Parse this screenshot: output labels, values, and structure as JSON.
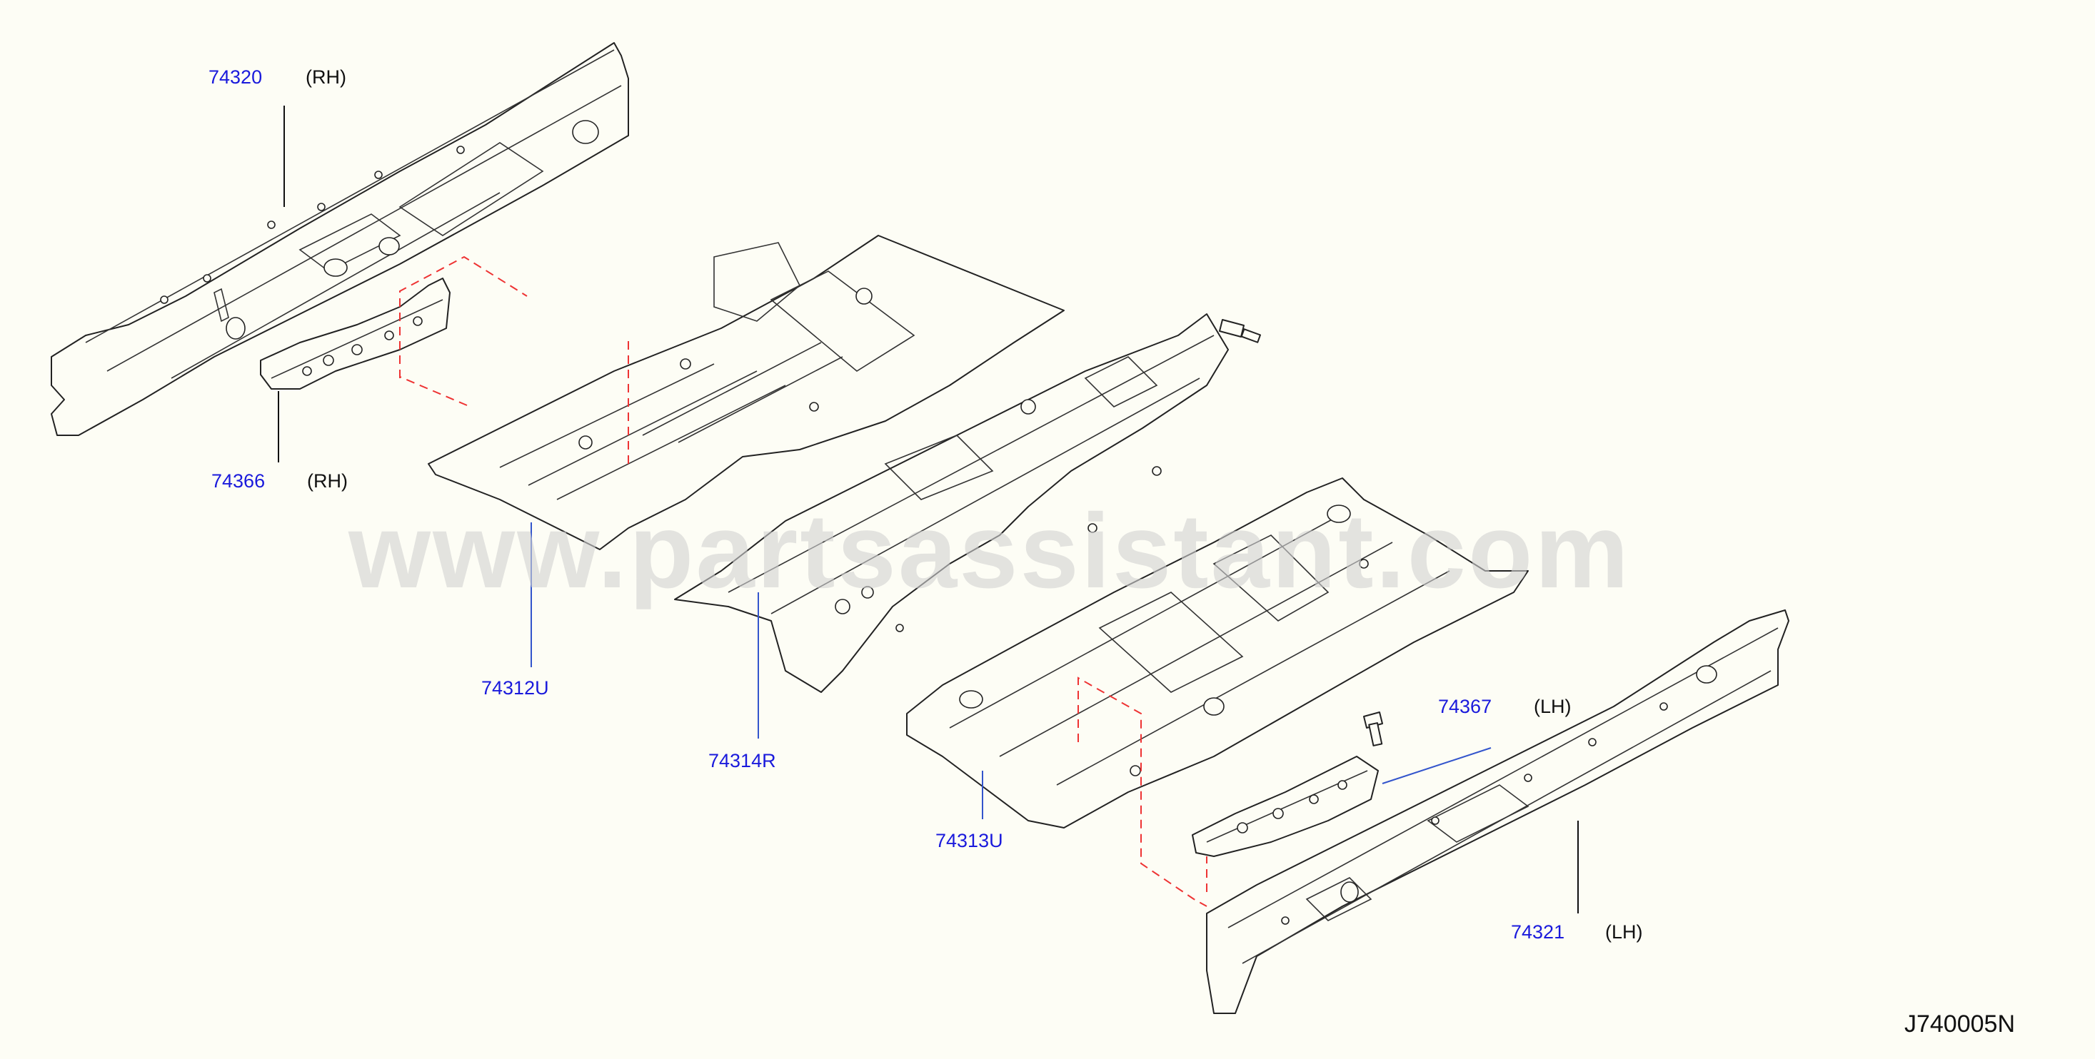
{
  "diagram": {
    "drawing_code": "J740005N",
    "watermark": "www.partsassistant.com",
    "colors": {
      "part_number": "#1a1adc",
      "side_text": "#111111",
      "leader_blue": "#3355cc",
      "phantom_line": "#ee3333",
      "line_art": "#222222",
      "background": "#fdfdf5"
    },
    "callouts": [
      {
        "part": "74320",
        "side": "(RH)"
      },
      {
        "part": "74366",
        "side": "(RH)"
      },
      {
        "part": "74312U",
        "side": ""
      },
      {
        "part": "74314R",
        "side": ""
      },
      {
        "part": "74313U",
        "side": ""
      },
      {
        "part": "74367",
        "side": "(LH)"
      },
      {
        "part": "74321",
        "side": "(LH)"
      }
    ]
  }
}
